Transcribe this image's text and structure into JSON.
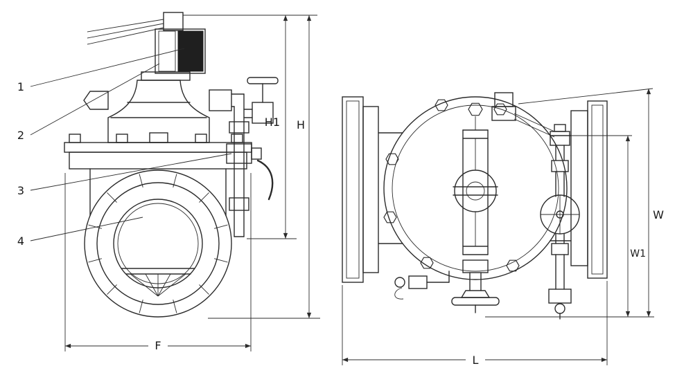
{
  "drawing": {
    "callouts": {
      "c1": "1",
      "c2": "2",
      "c3": "3",
      "c4": "4"
    },
    "dims": {
      "h1": "H1",
      "h": "H",
      "f": "F",
      "w": "W",
      "w1": "W1",
      "l": "L"
    },
    "colors": {
      "line": "#2b2b2b",
      "background": "#ffffff"
    }
  }
}
